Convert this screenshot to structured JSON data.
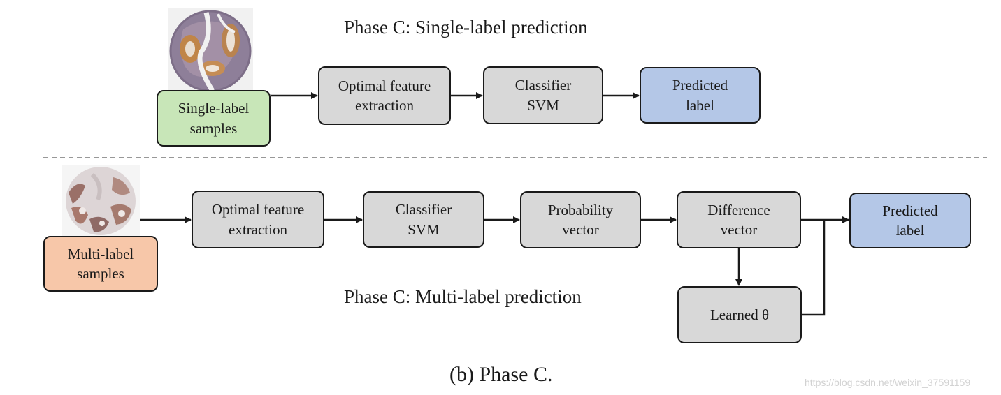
{
  "phase_single": {
    "title": "Phase C: Single-label prediction",
    "input_label": "Single-label\nsamples",
    "steps": [
      "Optimal feature\nextraction",
      "Classifier\nSVM"
    ],
    "output_label": "Predicted\nlabel"
  },
  "phase_multi": {
    "title": "Phase C: Multi-label prediction",
    "input_label": "Multi-label\nsamples",
    "steps": [
      "Optimal feature\nextraction",
      "Classifier\nSVM",
      "Probability\nvector",
      "Difference\nvector"
    ],
    "threshold_label": "Learned θ",
    "output_label": "Predicted\nlabel"
  },
  "caption": "(b) Phase C.",
  "watermark": "https://blog.csdn.net/weixin_37591159",
  "colors": {
    "step_fill": "#d8d8d8",
    "output_fill": "#b4c7e7",
    "single_input_fill": "#c8e6b8",
    "multi_input_fill": "#f7c7a9"
  }
}
